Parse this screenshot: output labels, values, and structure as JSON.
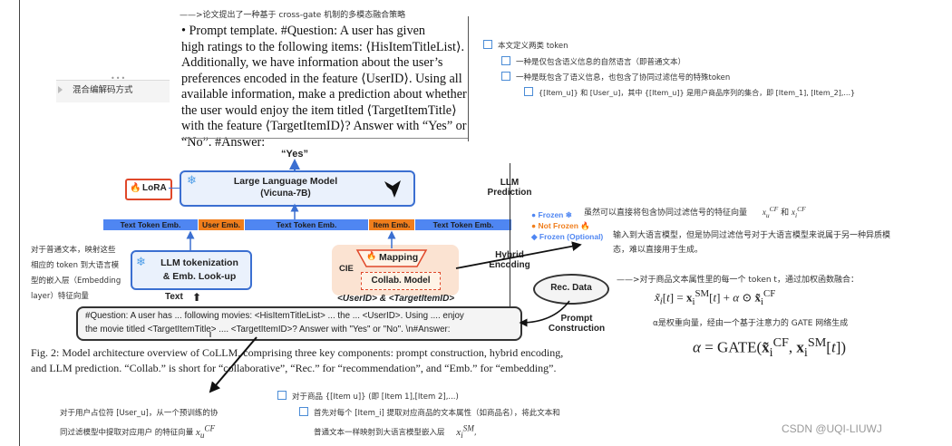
{
  "sidebar": {
    "handle": "•••",
    "item_label": "混合编解码方式"
  },
  "notes_top": {
    "arrow_note": "——>论文提出了一种基于 cross-gate 机制的多模态融合策略",
    "prompt_lines": [
      "• Prompt template. #Question: A user has given",
      "high ratings to the following items: ⟨HisItemTitleList⟩.",
      "Additionally, we have information about the user’s",
      "preferences encoded in the feature ⟨UserID⟩. Using all",
      "available information, make a prediction about whether",
      "the user would enjoy the item titled ⟨TargetItemTitle⟩",
      "with the feature ⟨TargetItemID⟩? Answer with “Yes” or",
      "“No”. #Answer:"
    ]
  },
  "right_tree": {
    "n1": "本文定义两类 token",
    "n2": "一种是仅包含语义信息的自然语言（即普通文本）",
    "n3": "一种是既包含了语义信息，也包含了协同过滤信号的特殊token",
    "n4": "{[Item_u]} 和 [User_u]，其中 {[Item_u]} 是用户商品序列的集合，即 [Item_1], [Item_2],...}"
  },
  "figure": {
    "yes_label": "“Yes”",
    "llm_title": "Large Language Model",
    "llm_sub": "(Vicuna-7B)",
    "lora": "LoRA",
    "tokens": {
      "t1": "Text Token Emb.",
      "t2": "User Emb.",
      "t3": "Text Token Emb.",
      "t4": "Item Emb.",
      "t5": "Text Token Emb."
    },
    "tokenize_l1": "LLM tokenization",
    "tokenize_l2": "& Emb. Look-up",
    "text_label": "Text",
    "cie": "CIE",
    "mapping": "Mapping",
    "collab": "Collab. Model",
    "ids": "<UserID> & <TargetItemID>",
    "rec_data": "Rec. Data",
    "prompt_construction_l1": "Prompt",
    "prompt_construction_l2": "Construction",
    "hybrid_l1": "Hybrid",
    "hybrid_l2": "Encoding",
    "llm_pred_l1": "LLM",
    "llm_pred_l2": "Prediction",
    "legend_frozen": "Frozen",
    "legend_not_frozen": "Not Frozen",
    "legend_optional": "Frozen (Optional)",
    "question_l1": "#Question: A user has ... following movies: <HisItemTitleList> ... the ... <UserID>. Using .... enjoy",
    "question_l2": "the movie titled <TargetItemTitle> .... <TargetItemID>? Answer with \"Yes\" or \"No\". \\n#Answer:",
    "caption_l1": "Fig. 2: Model architecture overview of CoLLM, comprising three key components: prompt construction, hybrid encoding,",
    "caption_l2": "and LLM prediction. “Collab.” is short for “collaborative”, “Rec.” for “recommendation”, and “Emb.” for “embedding”."
  },
  "annotations": {
    "left_note": [
      "对于普通文本，映射这些",
      "相应的 token 到大语言模",
      "型的嵌入层（Embedding",
      "layer）特征向量"
    ],
    "cf_note": "虽然可以直接将包含协同过滤信号的特征向量",
    "cf_and": "和",
    "hetero_note": [
      "输入到大语言模型，但是协同过滤信号对于大语言模型来说属于另一种异质模",
      "态，难以直接用于生成。"
    ],
    "weight_note": "——>对于商品文本属性里的每一个 token t，通过加权函数融合：",
    "alpha_note": "α是权重向量，经由一个基于注意力的 GATE 网络生成",
    "user_note": [
      "对于用户占位符 [User_u]，从一个预训练的协",
      "同过滤模型中提取对应用户 的特征向量"
    ],
    "item_head": "对于商品 {[Item u]} (即 [Item 1],[Item 2],...)",
    "item_sub": [
      "首先对每个 [Item_i] 提取对应商品的文本属性（如商品名），将此文本和",
      "普通文本一样映射到大语言模型嵌入层"
    ],
    "watermark": "CSDN @UQI-LIUWJ"
  },
  "colors": {
    "accent_blue": "#4f86f2",
    "accent_orange": "#f07e1c",
    "box_border": "#3b6fd1",
    "cie_bg": "#fbe3d2"
  }
}
